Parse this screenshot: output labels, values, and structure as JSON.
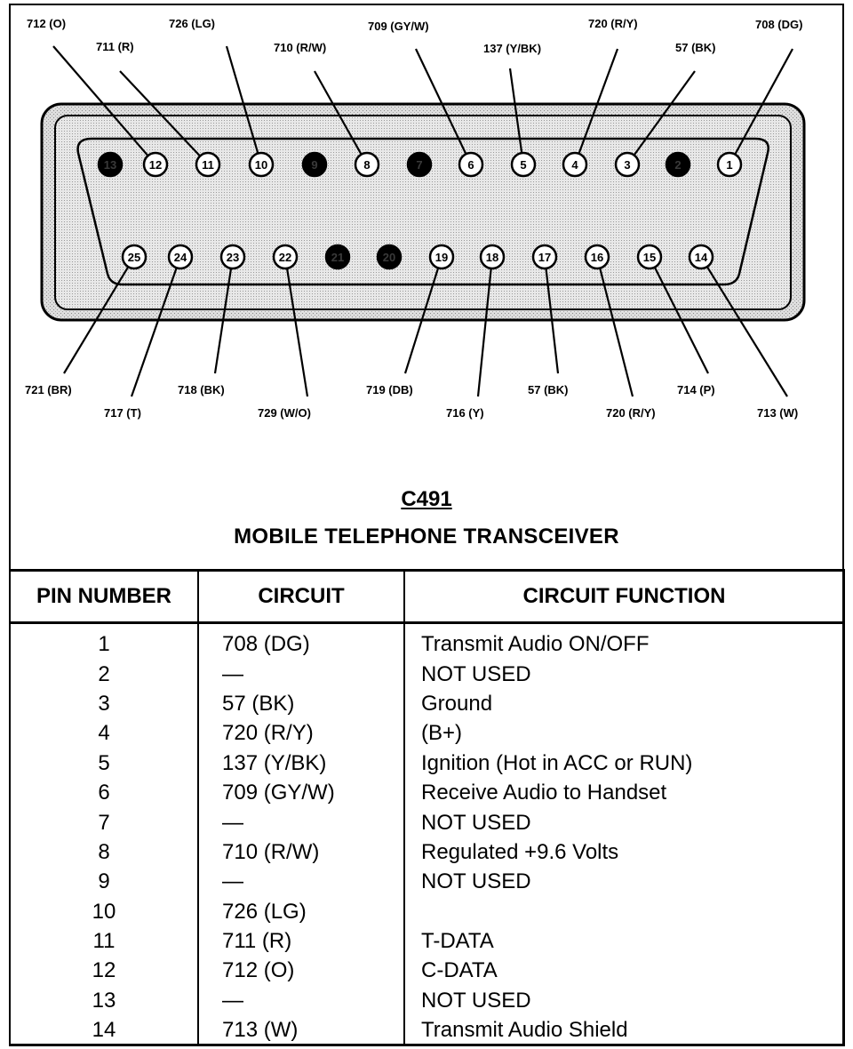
{
  "connector": {
    "id": "C491",
    "name": "MOBILE TELEPHONE TRANSCEIVER",
    "pins_top": [
      {
        "num": "13",
        "used": false
      },
      {
        "num": "12",
        "used": true
      },
      {
        "num": "11",
        "used": true
      },
      {
        "num": "10",
        "used": true
      },
      {
        "num": "9",
        "used": false
      },
      {
        "num": "8",
        "used": true
      },
      {
        "num": "7",
        "used": false
      },
      {
        "num": "6",
        "used": true
      },
      {
        "num": "5",
        "used": true
      },
      {
        "num": "4",
        "used": true
      },
      {
        "num": "3",
        "used": true
      },
      {
        "num": "2",
        "used": false
      },
      {
        "num": "1",
        "used": true
      }
    ],
    "pins_bottom": [
      {
        "num": "25",
        "used": true
      },
      {
        "num": "24",
        "used": true
      },
      {
        "num": "23",
        "used": true
      },
      {
        "num": "22",
        "used": true
      },
      {
        "num": "21",
        "used": false
      },
      {
        "num": "20",
        "used": false
      },
      {
        "num": "19",
        "used": true
      },
      {
        "num": "18",
        "used": true
      },
      {
        "num": "17",
        "used": true
      },
      {
        "num": "16",
        "used": true
      },
      {
        "num": "15",
        "used": true
      },
      {
        "num": "14",
        "used": true
      }
    ],
    "wire_labels": [
      {
        "pin": "12",
        "text": "712 (O)"
      },
      {
        "pin": "11",
        "text": "711 (R)"
      },
      {
        "pin": "10",
        "text": "726 (LG)"
      },
      {
        "pin": "8",
        "text": "710 (R/W)"
      },
      {
        "pin": "6",
        "text": "709 (GY/W)"
      },
      {
        "pin": "5",
        "text": "137 (Y/BK)"
      },
      {
        "pin": "4",
        "text": "720 (R/Y)"
      },
      {
        "pin": "3",
        "text": "57 (BK)"
      },
      {
        "pin": "1",
        "text": "708 (DG)"
      },
      {
        "pin": "25",
        "text": "721 (BR)"
      },
      {
        "pin": "24",
        "text": "717 (T)"
      },
      {
        "pin": "23",
        "text": "718 (BK)"
      },
      {
        "pin": "22",
        "text": "729 (W/O)"
      },
      {
        "pin": "19",
        "text": "719 (DB)"
      },
      {
        "pin": "18",
        "text": "716 (Y)"
      },
      {
        "pin": "17",
        "text": "57 (BK)"
      },
      {
        "pin": "16",
        "text": "720 (R/Y)"
      },
      {
        "pin": "15",
        "text": "714 (P)"
      },
      {
        "pin": "14",
        "text": "713 (W)"
      }
    ]
  },
  "table": {
    "headers": [
      "PIN NUMBER",
      "CIRCUIT",
      "CIRCUIT FUNCTION"
    ],
    "rows": [
      {
        "pin": "1",
        "circuit": "708 (DG)",
        "function": "Transmit Audio ON/OFF"
      },
      {
        "pin": "2",
        "circuit": "—",
        "function": "NOT USED"
      },
      {
        "pin": "3",
        "circuit": "57 (BK)",
        "function": "Ground"
      },
      {
        "pin": "4",
        "circuit": "720 (R/Y)",
        "function": "(B+)"
      },
      {
        "pin": "5",
        "circuit": "137 (Y/BK)",
        "function": "Ignition (Hot in ACC or RUN)"
      },
      {
        "pin": "6",
        "circuit": "709 (GY/W)",
        "function": "Receive Audio to Handset"
      },
      {
        "pin": "7",
        "circuit": "—",
        "function": "NOT USED"
      },
      {
        "pin": "8",
        "circuit": "710 (R/W)",
        "function": "Regulated +9.6 Volts"
      },
      {
        "pin": "9",
        "circuit": "—",
        "function": "NOT USED"
      },
      {
        "pin": "10",
        "circuit": "726 (LG)",
        "function": ""
      },
      {
        "pin": "11",
        "circuit": "711 (R)",
        "function": "T-DATA"
      },
      {
        "pin": "12",
        "circuit": "712 (O)",
        "function": "C-DATA"
      },
      {
        "pin": "13",
        "circuit": "—",
        "function": "NOT USED"
      },
      {
        "pin": "14",
        "circuit": "713 (W)",
        "function": "Transmit Audio Shield"
      }
    ]
  }
}
